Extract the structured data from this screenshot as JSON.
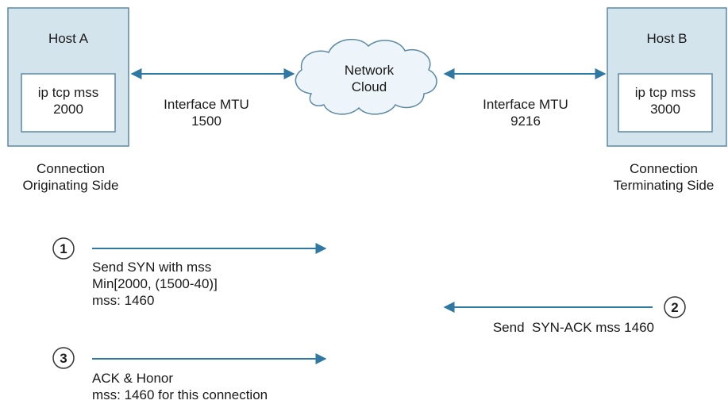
{
  "host_a": {
    "title": "Host A",
    "config_line1": "ip tcp mss",
    "config_line2": "2000",
    "caption_line1": "Connection",
    "caption_line2": "Originating Side"
  },
  "host_b": {
    "title": "Host B",
    "config_line1": "ip tcp mss",
    "config_line2": "3000",
    "caption_line1": "Connection",
    "caption_line2": "Terminating Side"
  },
  "cloud": {
    "line1": "Network",
    "line2": "Cloud"
  },
  "link_left": {
    "line1": "Interface MTU",
    "line2": "1500"
  },
  "link_right": {
    "line1": "Interface MTU",
    "line2": "9216"
  },
  "steps": [
    {
      "number": "1",
      "lines": [
        "Send SYN with mss",
        "Min[2000, (1500-40)]",
        "mss: 1460"
      ]
    },
    {
      "number": "2",
      "lines": [
        "Send  SYN-ACK mss 1460"
      ]
    },
    {
      "number": "3",
      "lines": [
        "ACK & Honor",
        "mss: 1460 for this connection"
      ]
    }
  ],
  "colors": {
    "host_fill": "#d4e4ec",
    "host_stroke": "#5b89a3",
    "arrow": "#2f78a3",
    "cloud_fill": "#eef5fa",
    "cloud_stroke": "#5b89a3"
  }
}
